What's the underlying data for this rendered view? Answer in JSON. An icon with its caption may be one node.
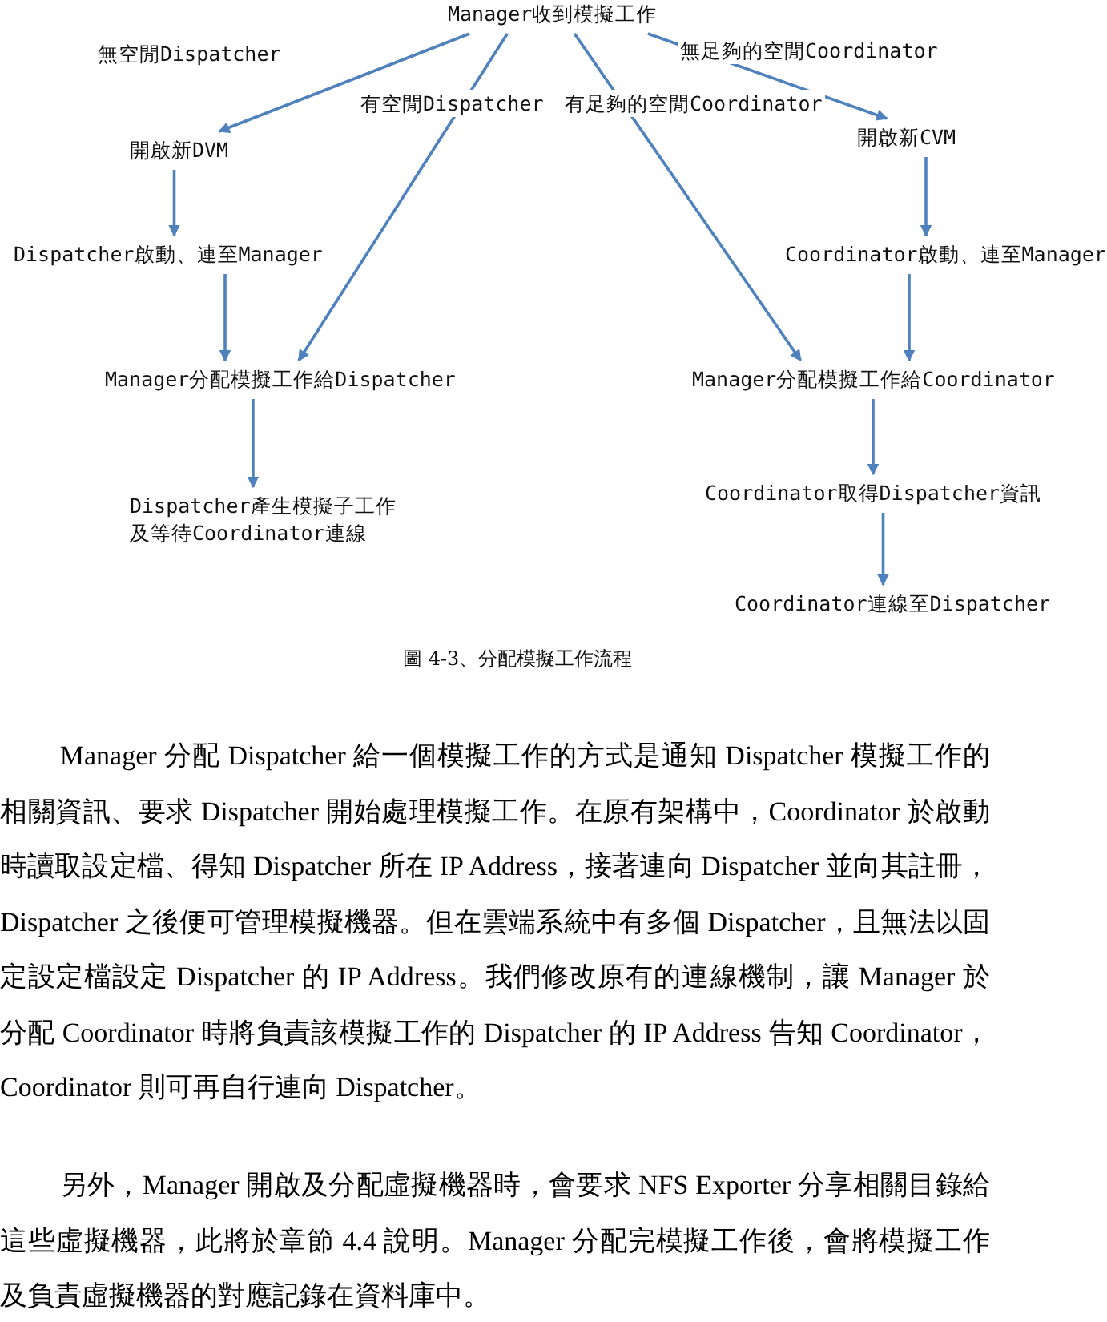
{
  "diagram": {
    "caption": "圖 4-3、分配模擬工作流程",
    "nodes": [
      {
        "text": [
          "Manager收到模擬工作"
        ]
      },
      {
        "text": [
          "開啟新DVM"
        ]
      },
      {
        "text": [
          "Dispatcher啟動、連至Manager"
        ]
      },
      {
        "text": [
          "Manager分配模擬工作給Dispatcher"
        ]
      },
      {
        "text": [
          "Dispatcher產生模擬子工作及等待Coordinator連線"
        ]
      },
      {
        "text": [
          "開啟新CVM"
        ]
      },
      {
        "text": [
          "Coordinator啟動、連至Manager"
        ]
      },
      {
        "text": [
          "Manager分配模擬工作給Coordinator"
        ]
      },
      {
        "text": [
          "Coordinator取得Dispatcher資訊"
        ]
      },
      {
        "text": [
          "Coordinator連線至Dispatcher"
        ]
      }
    ],
    "edges": [
      {
        "from": 0,
        "to": 1,
        "arrow": "to",
        "label": "無空閒Dispatcher"
      },
      {
        "from": 0,
        "to": 3,
        "arrow": "to",
        "label": "有空閒Dispatcher"
      },
      {
        "from": 0,
        "to": 7,
        "arrow": "to",
        "label": "有足夠的空閒Coordinator"
      },
      {
        "from": 0,
        "to": 5,
        "arrow": "to",
        "label": "無足夠的空閒Coordinator"
      },
      {
        "from": 1,
        "to": 2,
        "arrow": "to"
      },
      {
        "from": 2,
        "to": 3,
        "arrow": "to"
      },
      {
        "from": 3,
        "to": 4,
        "arrow": "to"
      },
      {
        "from": 5,
        "to": 6,
        "arrow": "to"
      },
      {
        "from": 6,
        "to": 7,
        "arrow": "to"
      },
      {
        "from": 7,
        "to": 8,
        "arrow": "to"
      },
      {
        "from": 8,
        "to": 9,
        "arrow": "to"
      }
    ],
    "labels": [
      "Manager 分配 Dispatcher 給一個模擬工作的方式是通知 Dispatcher 模擬工作的相關資訊、要求 Dispatcher 開始處理模擬工作。在原有架構中，Coordinator 於啟動時讀取設定檔、得知 Dispatcher 所在 IP Address，接著連向 Dispatcher 並向其註冊，Dispatcher 之後便可管理模擬機器。但在雲端系統中有多個 Dispatcher，且無法以固定設定檔設定 Dispatcher 的 IP Address。我們修改原有的連線機制，讓 Manager 於分配 Coordinator 時將負責該模擬工作的 Dispatcher 的 IP Address 告知 Coordinator，Coordinator 則可再自行連向 Dispatcher。",
      "另外，Manager 開啟及分配虛擬機器時，會要求 NFS Exporter 分享相關目錄給這些虛擬機器，此將於章節 4.4 說明。Manager 分配完模擬工作後，會將模擬工作及負責虛擬機器的對應記錄在資料庫中。"
    ]
  }
}
